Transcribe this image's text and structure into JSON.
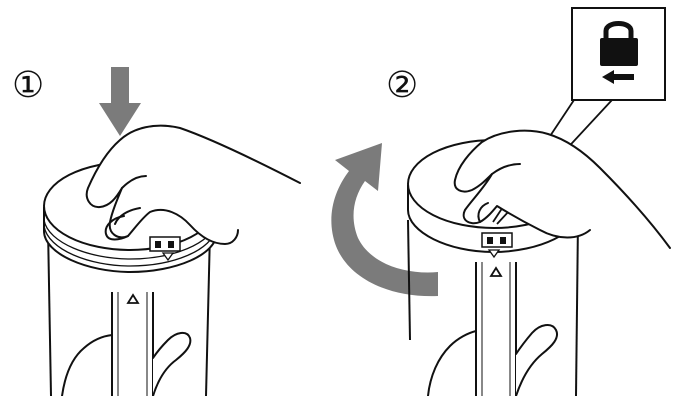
{
  "steps": [
    {
      "number": "①",
      "action": "press-down"
    },
    {
      "number": "②",
      "action": "rotate"
    }
  ],
  "icons": {
    "press_arrow": "down-arrow-icon",
    "rotate_arrow": "curved-rotate-arrow-icon",
    "lock": "padlock-icon",
    "lock_direction": "left-arrow-icon"
  },
  "colors": {
    "line": "#111111",
    "arrow_gray": "#7b7b7b",
    "background": "#ffffff"
  }
}
